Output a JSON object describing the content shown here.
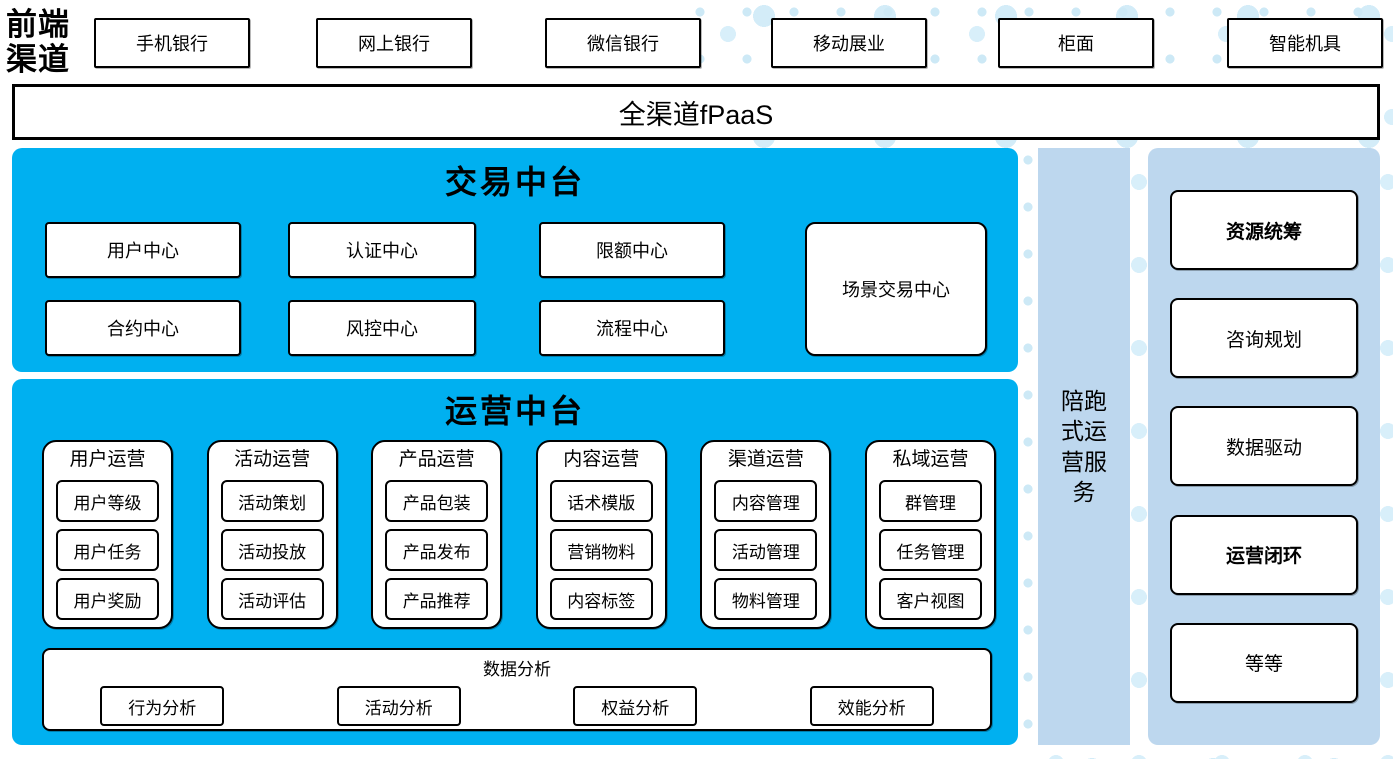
{
  "frontend": {
    "label": "前端渠道",
    "channels": [
      "手机银行",
      "网上银行",
      "微信银行",
      "移动展业",
      "柜面",
      "智能机具"
    ]
  },
  "fpaas": {
    "label": "全渠道fPaaS"
  },
  "trade": {
    "title": "交易中台",
    "centers": [
      "用户中心",
      "认证中心",
      "限额中心",
      "合约中心",
      "风控中心",
      "流程中心"
    ],
    "scene_center": "场景交易中心"
  },
  "operation": {
    "title": "运营中台",
    "columns": [
      {
        "title": "用户运营",
        "items": [
          "用户等级",
          "用户任务",
          "用户奖励"
        ]
      },
      {
        "title": "活动运营",
        "items": [
          "活动策划",
          "活动投放",
          "活动评估"
        ]
      },
      {
        "title": "产品运营",
        "items": [
          "产品包装",
          "产品发布",
          "产品推荐"
        ]
      },
      {
        "title": "内容运营",
        "items": [
          "话术模版",
          "营销物料",
          "内容标签"
        ]
      },
      {
        "title": "渠道运营",
        "items": [
          "内容管理",
          "活动管理",
          "物料管理"
        ]
      },
      {
        "title": "私域运营",
        "items": [
          "群管理",
          "任务管理",
          "客户视图"
        ]
      }
    ],
    "analysis": {
      "title": "数据分析",
      "items": [
        "行为分析",
        "活动分析",
        "权益分析",
        "效能分析"
      ]
    }
  },
  "service_bar": {
    "label": "陪跑式运营服务"
  },
  "right_panel": {
    "items": [
      {
        "label": "资源统筹",
        "emphasis": true
      },
      {
        "label": "咨询规划",
        "emphasis": false
      },
      {
        "label": "数据驱动",
        "emphasis": false
      },
      {
        "label": "运营闭环",
        "emphasis": true
      },
      {
        "label": "等等",
        "emphasis": false
      }
    ]
  },
  "colors": {
    "primary_blue": "#00B0F0",
    "panel_blue": "#BDD7EE",
    "dot_blue": "#D5ECF8",
    "border_black": "#000000"
  }
}
